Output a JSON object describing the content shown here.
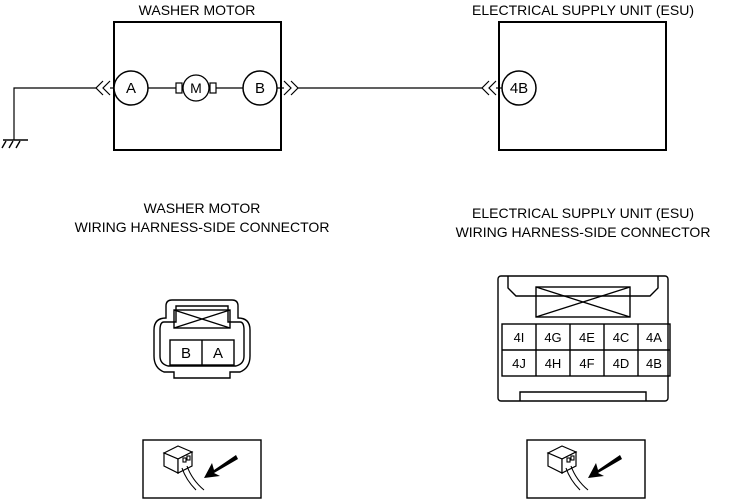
{
  "washer_motor": {
    "title": "WASHER MOTOR",
    "terminal_a": "A",
    "terminal_b": "B",
    "motor_symbol": "M"
  },
  "esu": {
    "title": "ELECTRICAL SUPPLY UNIT (ESU)",
    "terminal": "4B"
  },
  "washer_connector": {
    "caption_line1": "WASHER MOTOR",
    "caption_line2": "WIRING HARNESS-SIDE CONNECTOR",
    "pins": [
      "B",
      "A"
    ],
    "view_icon": "connector-view-arrow-icon"
  },
  "esu_connector": {
    "caption_line1": "ELECTRICAL SUPPLY UNIT (ESU)",
    "caption_line2": "WIRING HARNESS-SIDE CONNECTOR",
    "rows": [
      [
        "4I",
        "4G",
        "4E",
        "4C",
        "4A"
      ],
      [
        "4J",
        "4H",
        "4F",
        "4D",
        "4B"
      ]
    ],
    "view_icon": "connector-view-arrow-icon"
  },
  "ground_symbol": "ground-icon"
}
